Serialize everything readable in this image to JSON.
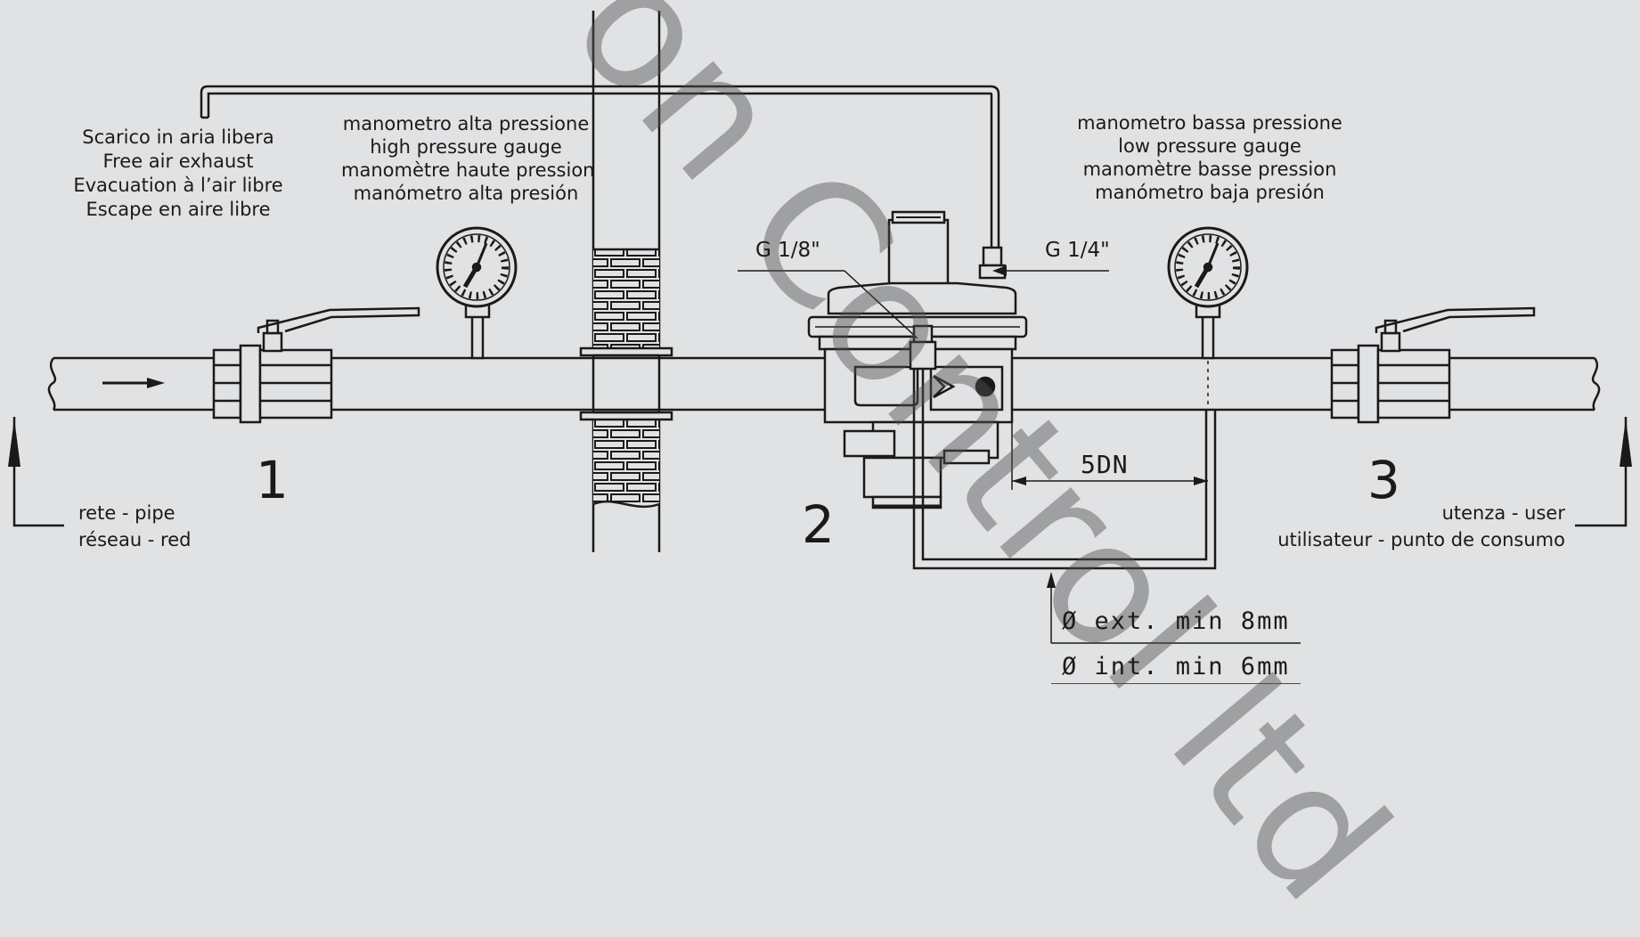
{
  "labels": {
    "exhaust": [
      "Scarico in aria libera",
      "Free air exhaust",
      "Evacuation à l’air libre",
      "Escape en aire libre"
    ],
    "high_gauge": [
      "manometro alta pressione",
      "high pressure gauge",
      "manomètre haute pression",
      "manómetro alta presión"
    ],
    "low_gauge": [
      "manometro bassa pressione",
      "low pressure gauge",
      "manomètre basse pression",
      "manómetro baja presión"
    ],
    "g18": "G 1/8\"",
    "g14": "G 1/4\"",
    "dist": "5DN",
    "inlet": [
      "rete - pipe",
      "réseau - red"
    ],
    "outlet": [
      "utenza - user",
      "utilisateur - punto de consumo"
    ],
    "ext_min": "Ø  ext.  min  8mm",
    "int_min": "Ø  int.  min  6mm",
    "n1": "1",
    "n2": "2",
    "n3": "3",
    "watermark": "on Control ltd"
  },
  "colors": {
    "background": "#e1e2e4",
    "line": "#1a1a1a",
    "watermark": "#6e6e6e"
  }
}
